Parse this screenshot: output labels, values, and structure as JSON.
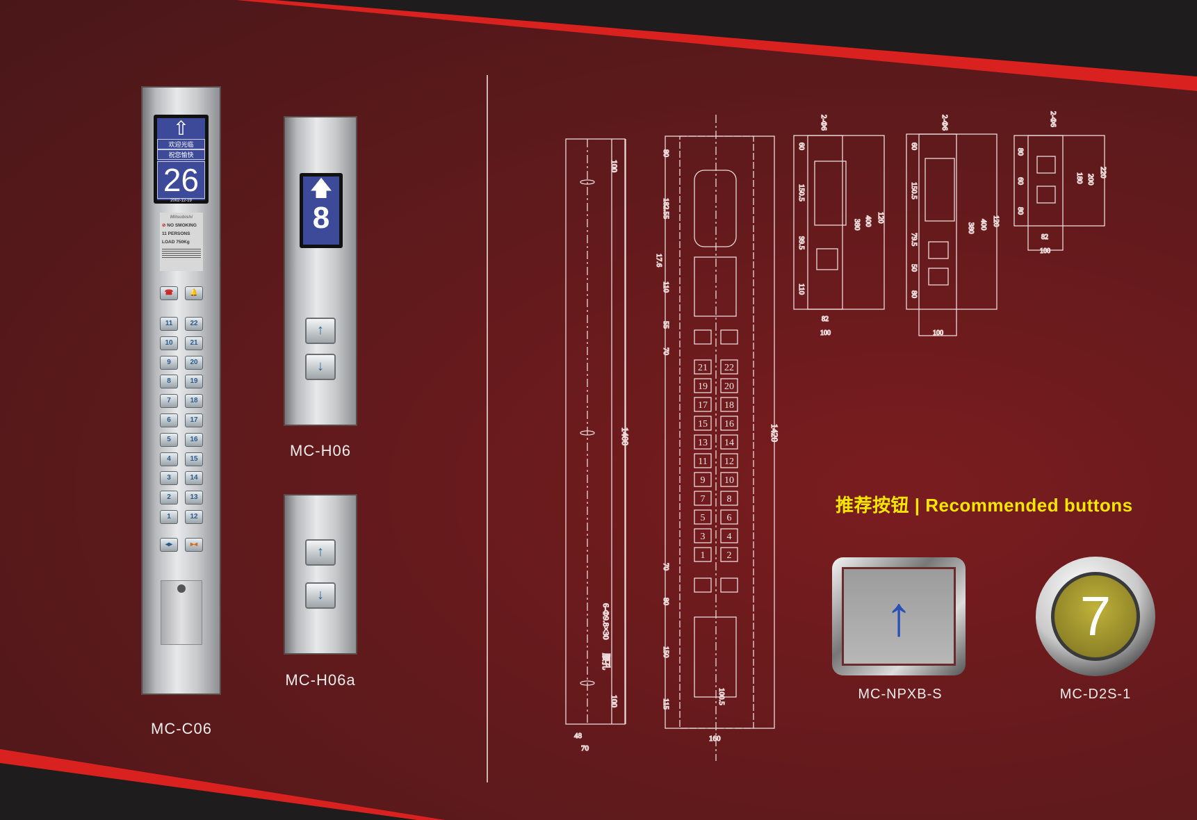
{
  "products": {
    "c06": {
      "label": "MC-C06",
      "floor": "26",
      "display_text_1": "欢迎光临",
      "display_text_2": "祝您愉快",
      "date": "2002-12-19",
      "brand": "Mitsubishi",
      "no_smoking": "NO SMOKING",
      "persons": "11   PERSONS",
      "load": "LOAD    750Kg",
      "left_buttons": [
        "11",
        "10",
        "9",
        "8",
        "7",
        "6",
        "5",
        "4",
        "3",
        "2",
        "1"
      ],
      "right_buttons": [
        "22",
        "21",
        "20",
        "19",
        "18",
        "17",
        "16",
        "15",
        "14",
        "13",
        "12"
      ]
    },
    "h06": {
      "label": "MC-H06",
      "floor": "8"
    },
    "h06a": {
      "label": "MC-H06a"
    }
  },
  "recommended": {
    "title": "推荐按钮 | Recommended buttons",
    "buttons": [
      {
        "label": "MC-NPXB-S"
      },
      {
        "label": "MC-D2S-1",
        "number": "7"
      }
    ]
  },
  "drawing": {
    "side": {
      "top": "100",
      "total": "1400",
      "bottom": "100",
      "hole": "6-Φ9.8×30",
      "hole_type": "腰孔",
      "w1": "48",
      "w2": "70"
    },
    "front": {
      "d80": "80",
      "d182": "182.55",
      "d17": "17.6",
      "d110": "110",
      "d55": "55",
      "d70a": "70",
      "d70b": "70",
      "d80b": "80",
      "d150": "150",
      "d115": "115",
      "total": "1420",
      "width": "160",
      "inner": "100.5",
      "left_buttons": [
        "21",
        "19",
        "17",
        "15",
        "13",
        "11",
        "9",
        "7",
        "5",
        "3",
        "1"
      ],
      "right_buttons": [
        "22",
        "20",
        "18",
        "16",
        "14",
        "12",
        "10",
        "8",
        "6",
        "4",
        "2"
      ]
    },
    "h1": {
      "hole": "2-Φ6",
      "a": "60",
      "b": "150.5",
      "c": "99.5",
      "d": "110",
      "e": "380",
      "f": "400",
      "g": "120",
      "w1": "82",
      "w2": "100"
    },
    "h2": {
      "hole": "2-Φ6",
      "a": "60",
      "b": "150.5",
      "c": "79.5",
      "d": "50",
      "e": "80",
      "f": "380",
      "g": "400",
      "h": "120",
      "w": "100"
    },
    "h3": {
      "hole": "2-Φ6",
      "a": "80",
      "b": "60",
      "c": "80",
      "d": "180",
      "e": "200",
      "f": "220",
      "w1": "82",
      "w2": "100"
    }
  },
  "colors": {
    "background": "#621a1c",
    "stripe": "#d9221f",
    "title": "#f5e600",
    "display": "#3d4a9a"
  }
}
